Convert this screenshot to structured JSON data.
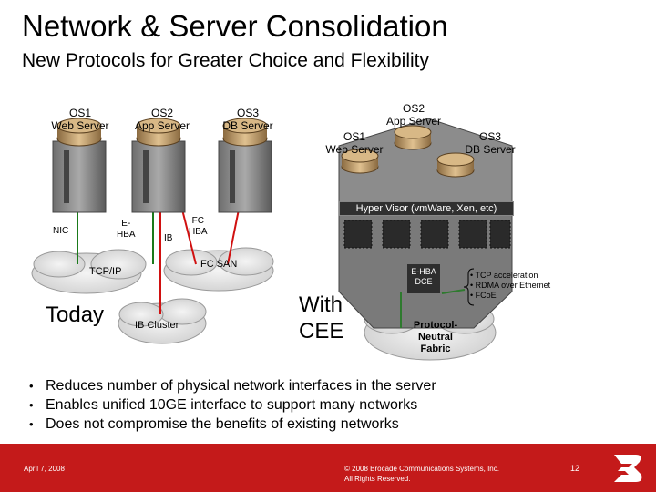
{
  "title": "Network & Server Consolidation",
  "subtitle": "New Protocols for Greater Choice and Flexibility",
  "today_section": {
    "label": "Today",
    "servers": [
      "OS1\nWeb Server",
      "OS2\nApp Server",
      "OS3\nDB Server"
    ],
    "adapters": {
      "nic": "NIC",
      "ehba": "E-\nHBA",
      "ib": "IB",
      "fchba": "FC\nHBA"
    },
    "networks": {
      "tcpip": "TCP/IP",
      "ib_cluster": "IB Cluster",
      "fc_san": "FC SAN"
    }
  },
  "cee_section": {
    "label": "With\nCEE",
    "vms": [
      "OS1\nWeb Server",
      "OS2\nApp Server",
      "OS3\nDB Server"
    ],
    "hypervisor": "Hyper Visor (vmWare, Xen, etc)",
    "adapter": "E-HBA\nDCE",
    "features": "• TCP acceleration\n• RDMA over Ethernet\n• FCoE",
    "fabric": "Protocol-\nNeutral\nFabric"
  },
  "bullets": [
    "Reduces number of physical network interfaces in the server",
    "Enables unified 10GE interface to support many networks",
    "Does not compromise the benefits of existing networks"
  ],
  "footer": {
    "date": "April 7, 2008",
    "copyright": "© 2008 Brocade Communications Systems, Inc.\nAll Rights Reserved.",
    "page": "12"
  },
  "colors": {
    "footer": "#c41a1a",
    "red_line": "#d01010",
    "green_line": "#1a7a1a"
  }
}
